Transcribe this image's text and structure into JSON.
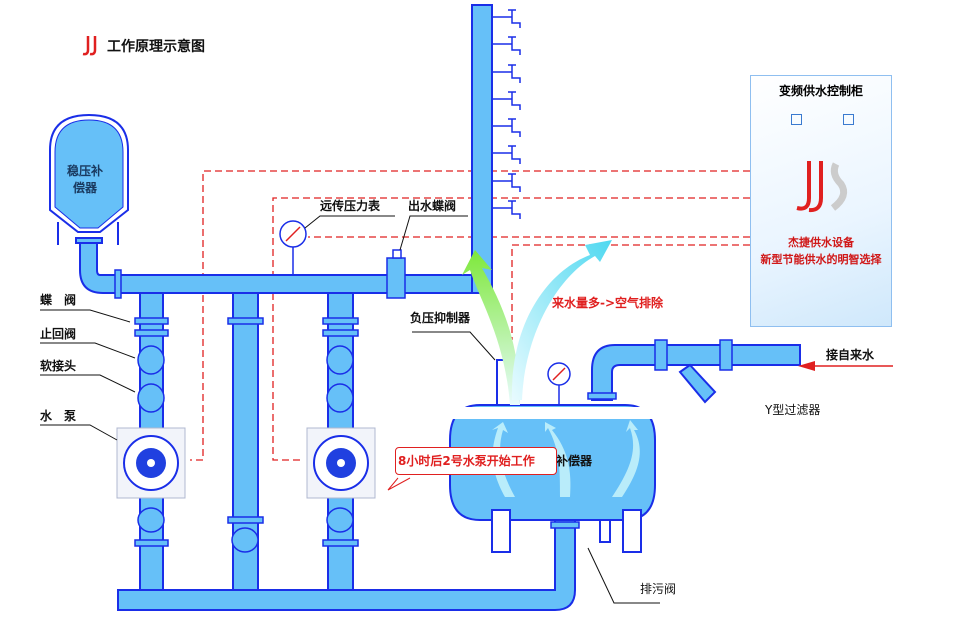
{
  "title": "工作原理示意图",
  "logo_text": "JJ",
  "colors": {
    "pipe": "#66c0f8",
    "pipe_edge": "#1a2ee8",
    "signal": "#e02020",
    "flow_green": "#7ee83a",
    "flow_cyan": "#4fd8f0"
  },
  "labels": {
    "stabilizer_tank": "稳压补偿器",
    "butterfly_valve": "蝶　阀",
    "check_valve": "止回阀",
    "soft_joint": "软接头",
    "pump": "水　泵",
    "remote_pressure_gauge": "远传压力表",
    "outlet_butterfly_valve": "出水蝶阀",
    "negative_pressure_suppressor": "负压抑制器",
    "air_exhaust": "来水量多->空气排除",
    "tap_water_inlet": "接自来水",
    "y_filter": "Y型过滤器",
    "compensator": "补偿器",
    "drain_valve": "排污阀"
  },
  "callout": "8小时后2号水泵开始工作",
  "cabinet": {
    "title": "变频供水控制柜",
    "slogan1": "杰捷供水设备",
    "slogan2": "新型节能供水的明智选择"
  }
}
